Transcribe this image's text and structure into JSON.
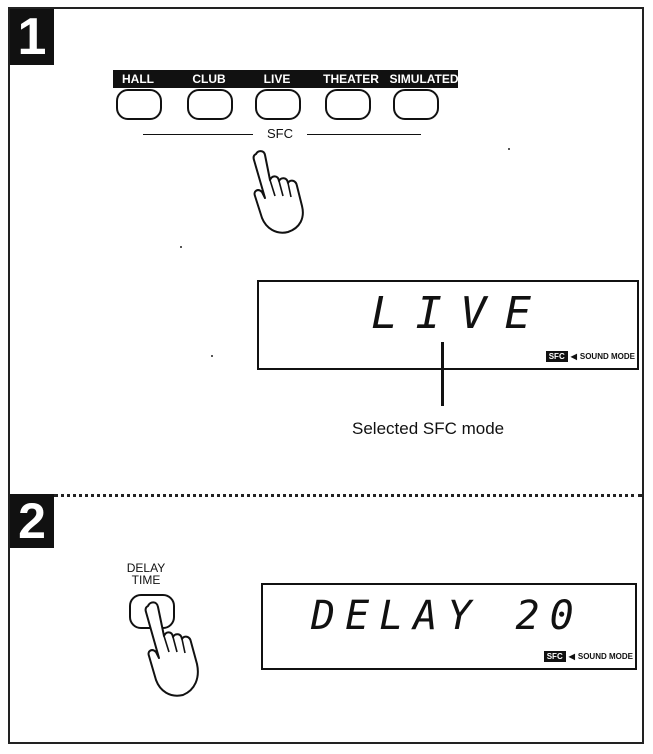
{
  "steps": {
    "step1": "1",
    "step2": "2"
  },
  "sfc_buttons": [
    "HALL",
    "CLUB",
    "LIVE",
    "THEATER",
    "SIMULATED"
  ],
  "sfc_group_label": "SFC",
  "display1": {
    "text": "LIVE",
    "sfc_indicator": "SFC",
    "sound_mode": "SOUND MODE"
  },
  "callout": "Selected SFC mode",
  "delay_button_label": {
    "line1": "DELAY",
    "line2": "TIME"
  },
  "display2": {
    "text": "DELAY 20",
    "sfc_indicator": "SFC",
    "sound_mode": "SOUND MODE"
  },
  "icons": {
    "pressing_hand": "pointing-hand-icon"
  }
}
